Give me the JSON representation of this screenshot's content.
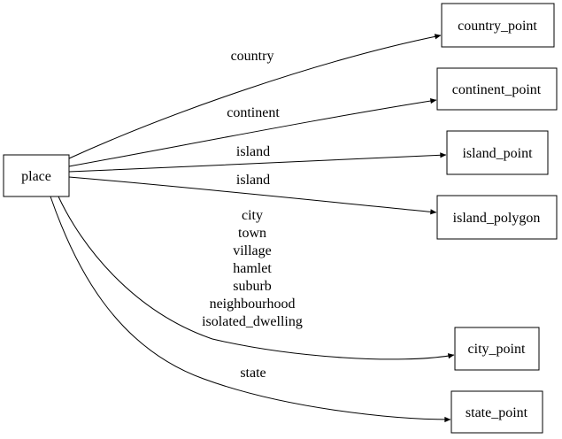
{
  "diagram": {
    "type": "directed-graph",
    "background_color": "#ffffff",
    "line_color": "#000000",
    "text_color": "#000000",
    "nodes": {
      "place": {
        "label": "place"
      },
      "country_point": {
        "label": "country_point"
      },
      "continent_point": {
        "label": "continent_point"
      },
      "island_point": {
        "label": "island_point"
      },
      "island_polygon": {
        "label": "island_polygon"
      },
      "city_point": {
        "label": "city_point"
      },
      "state_point": {
        "label": "state_point"
      }
    },
    "edges": [
      {
        "from": "place",
        "to": "country_point",
        "label": "country"
      },
      {
        "from": "place",
        "to": "continent_point",
        "label": "continent"
      },
      {
        "from": "place",
        "to": "island_point",
        "label": "island"
      },
      {
        "from": "place",
        "to": "island_polygon",
        "label": "island"
      },
      {
        "from": "place",
        "to": "city_point",
        "labels": [
          "city",
          "town",
          "village",
          "hamlet",
          "suburb",
          "neighbourhood",
          "isolated_dwelling"
        ]
      },
      {
        "from": "place",
        "to": "state_point",
        "label": "state"
      }
    ]
  }
}
